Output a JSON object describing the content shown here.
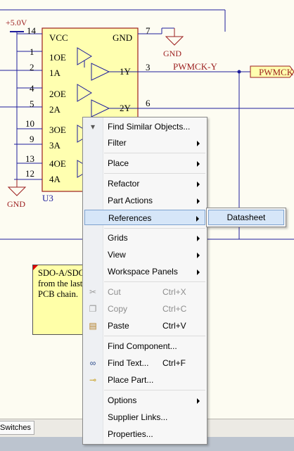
{
  "schematic": {
    "power_label": "+5.0V",
    "gnd_labels": [
      "GND",
      "GND"
    ],
    "designator": "U3",
    "pins_left": [
      {
        "num": "14",
        "name": "VCC"
      },
      {
        "num": "1",
        "name": "1OE"
      },
      {
        "num": "2",
        "name": "1A"
      },
      {
        "num": "4",
        "name": "2OE"
      },
      {
        "num": "5",
        "name": "2A"
      },
      {
        "num": "10",
        "name": "3OE"
      },
      {
        "num": "9",
        "name": "3A"
      },
      {
        "num": "13",
        "name": "4OE"
      },
      {
        "num": "12",
        "name": "4A"
      }
    ],
    "pins_right": [
      {
        "num": "7",
        "name": "GND"
      },
      {
        "num": "3",
        "name": "1Y"
      },
      {
        "num": "6",
        "name": "2Y"
      }
    ],
    "net_label": "PWMCK-Y",
    "port_label": "PWMCK",
    "note_lines": [
      "SDO-A/SDO",
      "from the last",
      "PCB chain."
    ]
  },
  "panel": {
    "tab_label": "Switches"
  },
  "context_menu": {
    "items": [
      {
        "label": "Find Similar Objects...",
        "shortcut": "",
        "submenu": false,
        "icon": "filter-icon"
      },
      {
        "label": "Filter",
        "shortcut": "",
        "submenu": true
      },
      {
        "label": "Place",
        "shortcut": "",
        "submenu": true
      },
      {
        "label": "Refactor",
        "shortcut": "",
        "submenu": true
      },
      {
        "label": "Part Actions",
        "shortcut": "",
        "submenu": true
      },
      {
        "label": "References",
        "shortcut": "",
        "submenu": true,
        "highlighted": true
      },
      {
        "label": "Grids",
        "shortcut": "",
        "submenu": true
      },
      {
        "label": "View",
        "shortcut": "",
        "submenu": true
      },
      {
        "label": "Workspace Panels",
        "shortcut": "",
        "submenu": true
      },
      {
        "label": "Cut",
        "shortcut": "Ctrl+X",
        "disabled": true,
        "icon": "scissors-icon"
      },
      {
        "label": "Copy",
        "shortcut": "Ctrl+C",
        "disabled": true,
        "icon": "copy-icon"
      },
      {
        "label": "Paste",
        "shortcut": "Ctrl+V",
        "icon": "paste-icon"
      },
      {
        "label": "Find Component...",
        "shortcut": ""
      },
      {
        "label": "Find Text...",
        "shortcut": "Ctrl+F",
        "icon": "binoculars-icon"
      },
      {
        "label": "Place Part...",
        "shortcut": "",
        "icon": "place-part-icon"
      },
      {
        "label": "Options",
        "shortcut": "",
        "submenu": true
      },
      {
        "label": "Supplier Links...",
        "shortcut": ""
      },
      {
        "label": "Properties...",
        "shortcut": ""
      }
    ],
    "submenu": {
      "label": "Datasheet"
    }
  }
}
